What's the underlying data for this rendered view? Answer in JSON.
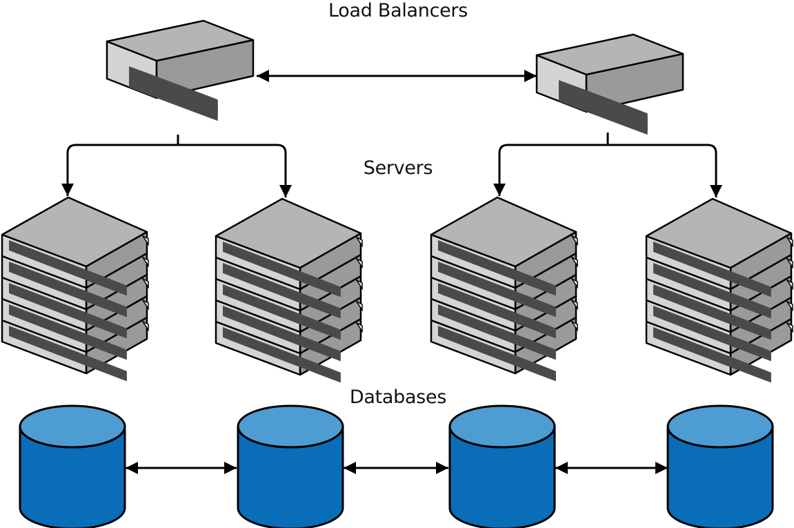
{
  "labels": {
    "load_balancers": "Load Balancers",
    "servers": "Servers",
    "databases": "Databases"
  },
  "colors": {
    "device_top": "#b5b5b5",
    "device_front": "#d4d4d4",
    "device_side": "#9a9a9a",
    "port": "#4a4a4a",
    "db_top": "#4d9dd3",
    "db_body": "#0a6db8",
    "line": "#000000"
  },
  "icons": {
    "load_balancer": "load-balancer-icon",
    "server_rack": "server-rack-icon",
    "database": "database-cylinder-icon"
  }
}
